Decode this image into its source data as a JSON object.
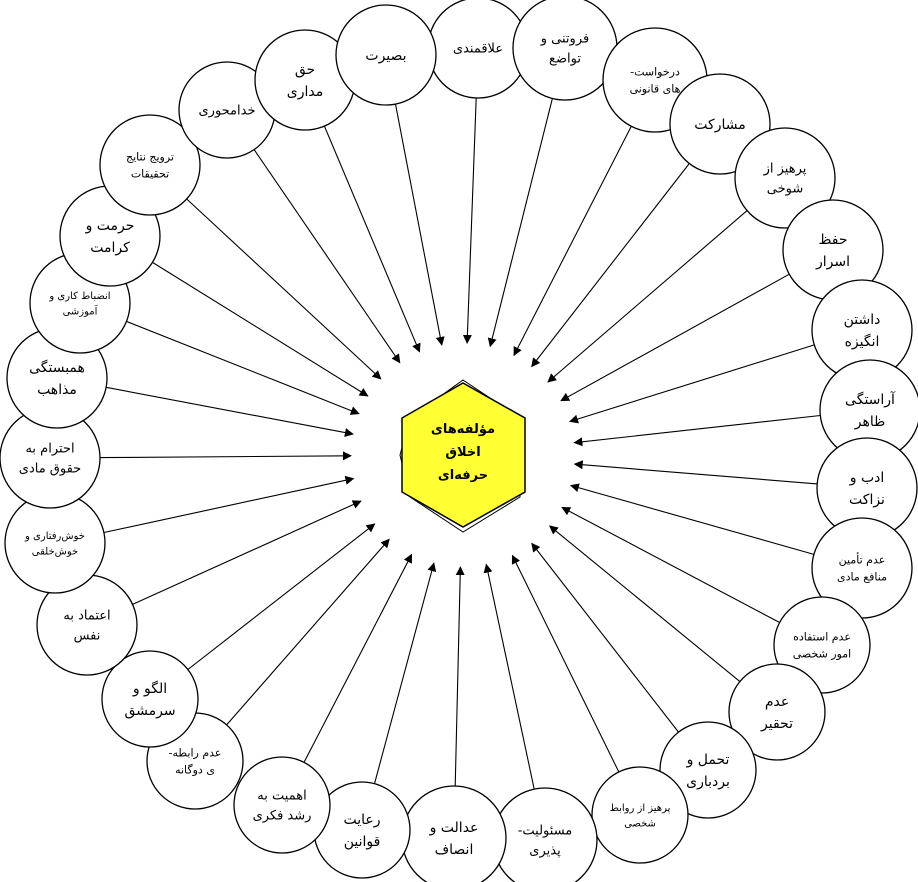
{
  "center": {
    "lines": [
      "مؤلفه‌های",
      "اخلاق",
      "حرفه‌ای"
    ]
  },
  "hub_color": "#ffff33",
  "nodes": [
    {
      "id": "alaghemandi",
      "lines": [
        "علاقمندی"
      ]
    },
    {
      "id": "forootani",
      "lines": [
        "فروتنی و",
        "تواضع"
      ]
    },
    {
      "id": "darkhast",
      "lines": [
        "درخواست-",
        "های قانونی"
      ]
    },
    {
      "id": "mosharekat",
      "lines": [
        "مشارکت"
      ]
    },
    {
      "id": "parhiz-shookhi",
      "lines": [
        "پرهیز از",
        "شوخی"
      ]
    },
    {
      "id": "hefz-asrar",
      "lines": [
        "حفظ",
        "اسرار"
      ]
    },
    {
      "id": "angizeh",
      "lines": [
        "داشتن",
        "انگیزه"
      ]
    },
    {
      "id": "arastegi",
      "lines": [
        "آراستگی",
        "ظاهر"
      ]
    },
    {
      "id": "adab",
      "lines": [
        "ادب و",
        "نزاکت"
      ]
    },
    {
      "id": "manafe",
      "lines": [
        "عدم تأمین",
        "منافع مادی"
      ]
    },
    {
      "id": "omur-shakhsi",
      "lines": [
        "عدم استفاده",
        "امور شخصی"
      ]
    },
    {
      "id": "tahghir",
      "lines": [
        "عدم",
        "تحقیر"
      ]
    },
    {
      "id": "tahammol",
      "lines": [
        "تحمل و",
        "بردباری"
      ]
    },
    {
      "id": "ravabet",
      "lines": [
        "پرهیز از روابط",
        "شخصی"
      ]
    },
    {
      "id": "masuliat",
      "lines": [
        "مسئولیت-",
        "پذیری"
      ]
    },
    {
      "id": "edalat",
      "lines": [
        "عدالت و",
        "انصاف"
      ]
    },
    {
      "id": "qavanin",
      "lines": [
        "رعایت",
        "قوانین"
      ]
    },
    {
      "id": "roshd",
      "lines": [
        "اهمیت به",
        "رشد فکری"
      ]
    },
    {
      "id": "dogane",
      "lines": [
        "عدم رابطه-",
        "ی دوگانه"
      ]
    },
    {
      "id": "olgoo",
      "lines": [
        "الگو و",
        "سرمشق"
      ]
    },
    {
      "id": "etemad",
      "lines": [
        "اعتماد به",
        "نفس"
      ]
    },
    {
      "id": "khosh",
      "lines": [
        "خوش‌رفتاری و",
        "خوش‌خلقی"
      ]
    },
    {
      "id": "hoghugh",
      "lines": [
        "احترام به",
        "حقوق مادی"
      ]
    },
    {
      "id": "mazaheb",
      "lines": [
        "همبستگی",
        "مذاهب"
      ]
    },
    {
      "id": "enzebat",
      "lines": [
        "انضباط کاری و",
        "آموزشی"
      ]
    },
    {
      "id": "hormat",
      "lines": [
        "حرمت و",
        "کرامت"
      ]
    },
    {
      "id": "tarvij",
      "lines": [
        "ترویج نتایج",
        "تحقیقات"
      ]
    },
    {
      "id": "khodamehvari",
      "lines": [
        "خدامحوری"
      ]
    },
    {
      "id": "haghmadari",
      "lines": [
        "حق",
        "مداری"
      ]
    },
    {
      "id": "basirat",
      "lines": [
        "بصیرت"
      ]
    }
  ]
}
